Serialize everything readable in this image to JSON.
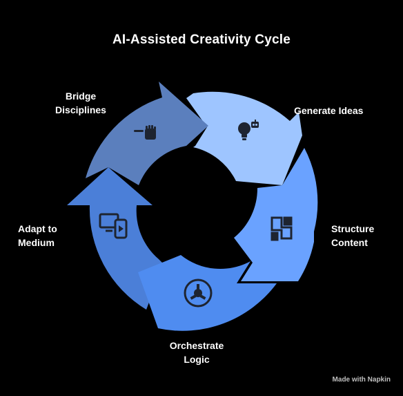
{
  "title": "AI-Assisted Creativity Cycle",
  "steps": [
    {
      "label": "Bridge\nDisciplines",
      "icon": "hand-pen-icon",
      "color": "#5b7fbd"
    },
    {
      "label": "Generate Ideas",
      "icon": "robot-lightbulb-icon",
      "color": "#9ec5ff"
    },
    {
      "label": "Structure\nContent",
      "icon": "puzzle-icon",
      "color": "#6aa2ff"
    },
    {
      "label": "Orchestrate\nLogic",
      "icon": "cog-circle-icon",
      "color": "#4f8cf0"
    },
    {
      "label": "Adapt to\nMedium",
      "icon": "devices-icon",
      "color": "#4b7fd8"
    }
  ],
  "credit": "Made with Napkin",
  "colors": {
    "background": "#000000",
    "text": "#ffffff",
    "icon": "#1e2430"
  }
}
